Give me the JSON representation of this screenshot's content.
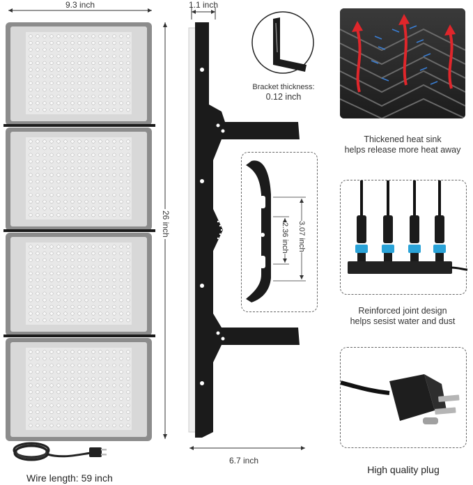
{
  "dimensions": {
    "width": "9.3 inch",
    "height": "26 inch",
    "depth": "1.1 inch",
    "bracket_span": "6.7 inch",
    "bracket_hole_outer": "3.07 inch",
    "bracket_hole_inner": "2.36 inch"
  },
  "bracket": {
    "thickness_label": "Bracket thickness:",
    "thickness_value": "0.12 inch"
  },
  "features": {
    "heat_sink_line1": "Thickened heat sink",
    "heat_sink_line2": "helps release more heat away",
    "joint_line1": "Reinforced joint design",
    "joint_line2": "helps sesist water and dust",
    "plug": "High quality plug"
  },
  "wire_length": "Wire length: 59 inch",
  "colors": {
    "housing": "#8c8c8c",
    "led_panel": "#e8e8e8",
    "bracket": "#1a1a1a",
    "heat_arrow": "#e0262b",
    "air_arrow": "#3a7fd5",
    "connector": "#2aa3d8"
  }
}
